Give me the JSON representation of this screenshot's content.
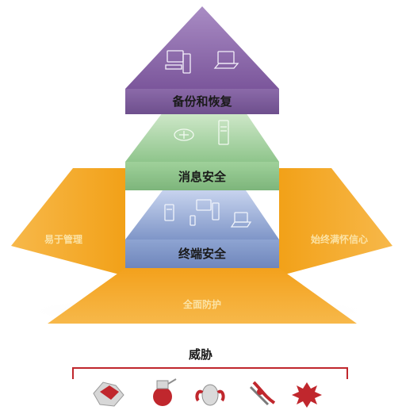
{
  "layers": {
    "top": {
      "label": "备份和恢复",
      "color": "#8a6aa8"
    },
    "middle": {
      "label": "消息安全",
      "color": "#8cc48c"
    },
    "bottom": {
      "label": "终端安全",
      "color": "#7f96c8"
    }
  },
  "base": {
    "left_label": "易于管理",
    "right_label": "始终满怀信心",
    "front_label": "全面防护",
    "color": "#f5a81c"
  },
  "threats": {
    "title": "威胁",
    "bracket_color": "#c0272d",
    "icons": [
      "debris-icon",
      "bomb-icon",
      "bug-icon",
      "worm-icon",
      "virus-icon"
    ]
  }
}
